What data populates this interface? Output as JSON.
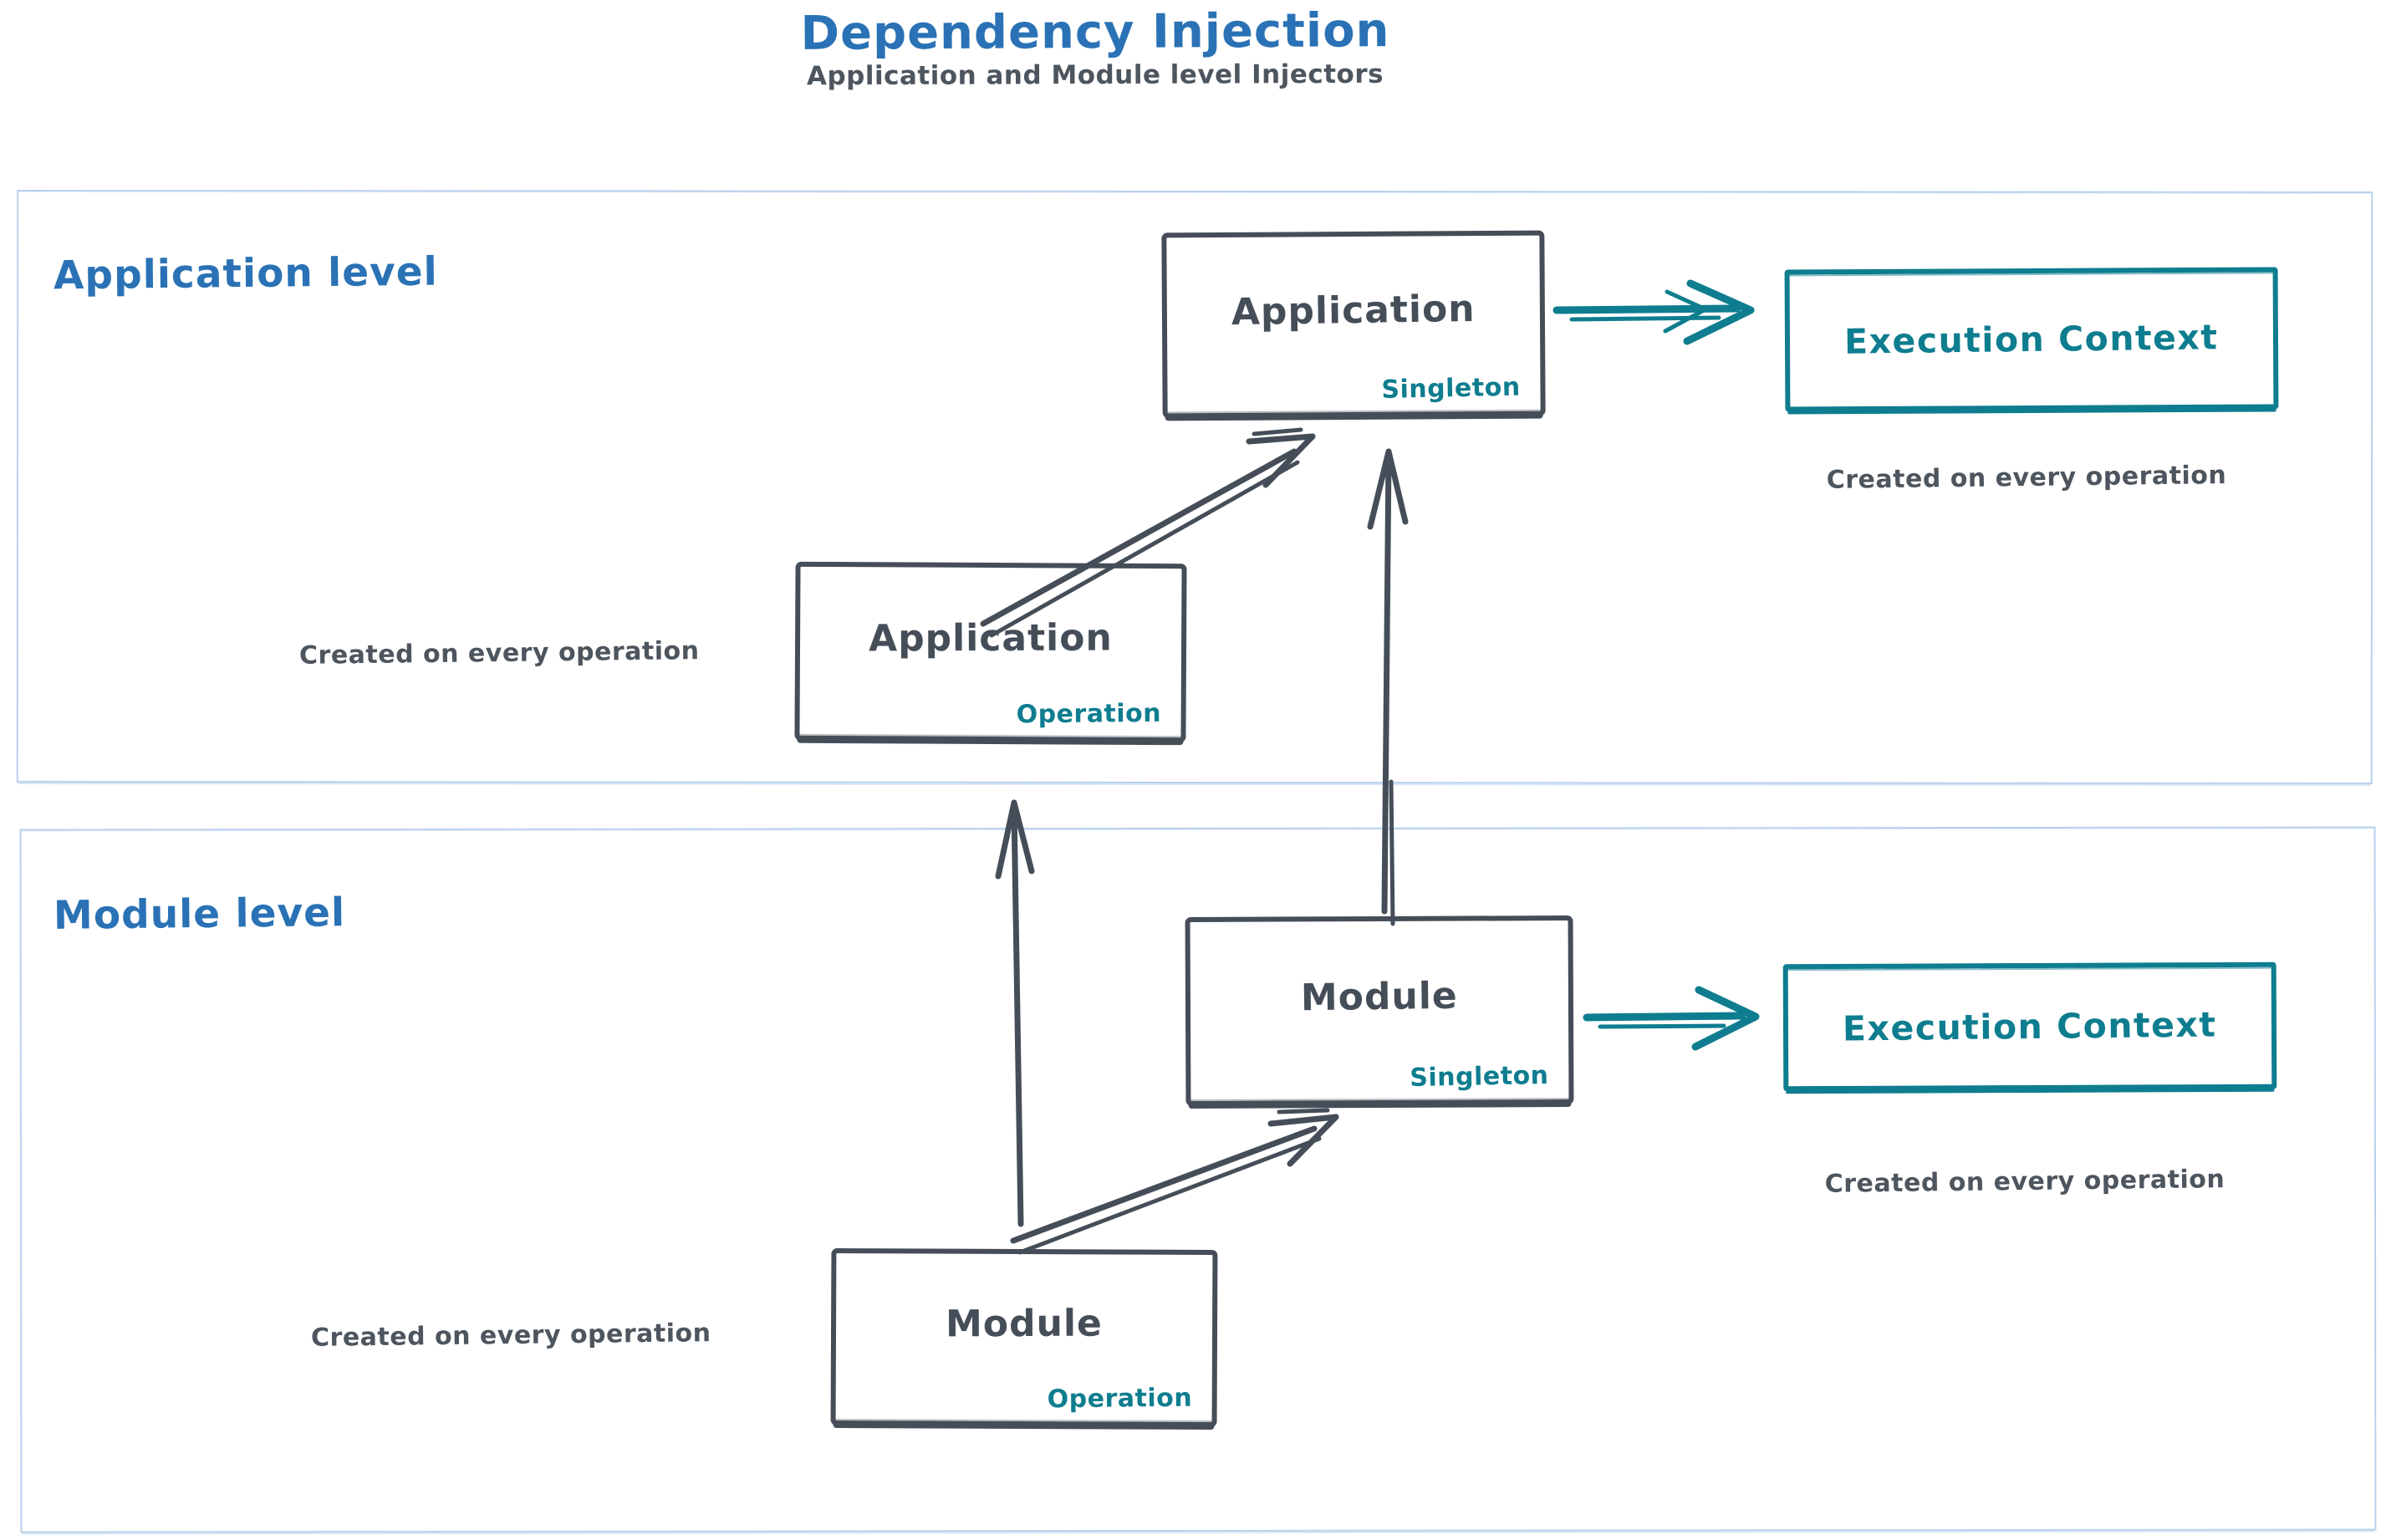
{
  "header": {
    "title": "Dependency Injection",
    "subtitle": "Application and Module level Injectors"
  },
  "colors": {
    "title_blue": "#2a72b5",
    "shape_dark": "#454e58",
    "accent_teal": "#0e7d8f",
    "container_border": "#b9d1ec",
    "note_gray": "#4d555e"
  },
  "application_level": {
    "label": "Application level",
    "singleton_box": {
      "name": "Application",
      "badge": "Singleton"
    },
    "operation_box": {
      "name": "Application",
      "badge": "Operation"
    },
    "operation_note": "Created on every operation",
    "execution_context": {
      "label": "Execution Context",
      "note": "Created on every operation"
    }
  },
  "module_level": {
    "label": "Module level",
    "singleton_box": {
      "name": "Module",
      "badge": "Singleton"
    },
    "operation_box": {
      "name": "Module",
      "badge": "Operation"
    },
    "operation_note": "Created on every operation",
    "execution_context": {
      "label": "Execution Context",
      "note": "Created on every operation"
    }
  }
}
